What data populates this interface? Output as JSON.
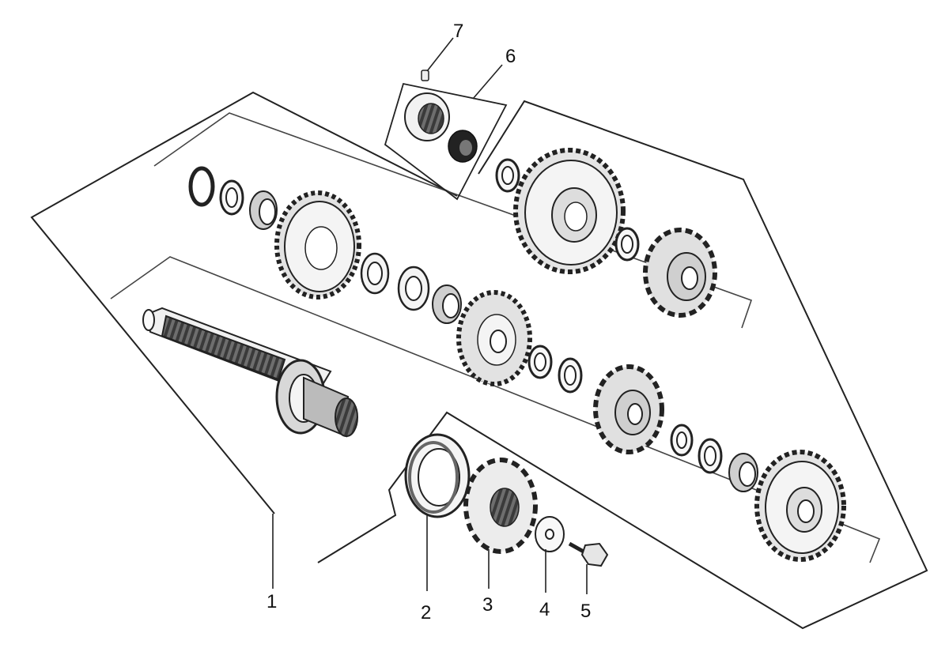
{
  "callouts": [
    {
      "id": "1",
      "label": "1"
    },
    {
      "id": "2",
      "label": "2"
    },
    {
      "id": "3",
      "label": "3"
    },
    {
      "id": "4",
      "label": "4"
    },
    {
      "id": "5",
      "label": "5"
    },
    {
      "id": "6",
      "label": "6"
    },
    {
      "id": "7",
      "label": "7"
    }
  ],
  "colors": {
    "line": "#222222",
    "part_fill": "#f2f2f2",
    "part_shade": "#9a9a9a",
    "dark": "#333333"
  }
}
